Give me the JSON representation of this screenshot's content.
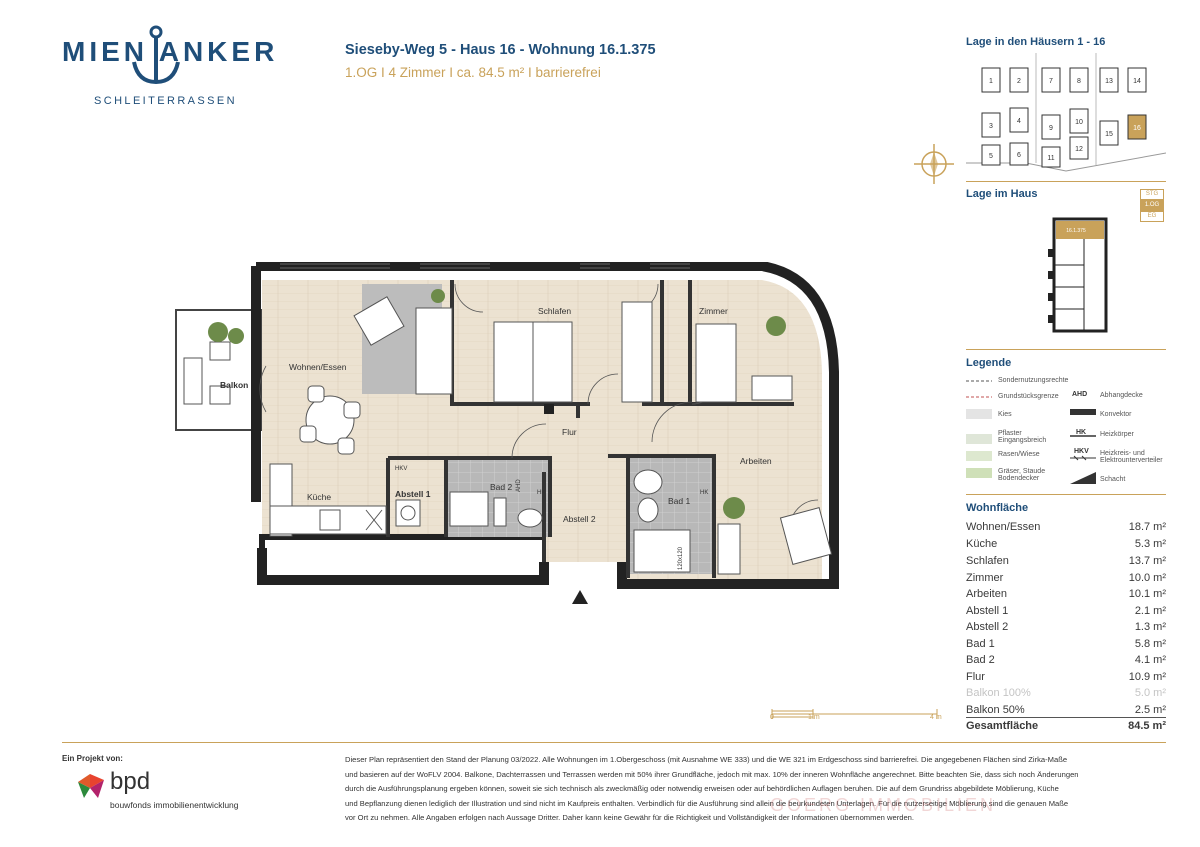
{
  "logo": {
    "word": "MIEN ANKER",
    "subtitle": "SCHLEITERRASSEN"
  },
  "header": {
    "title": "Sieseby-Weg 5 - Haus 16 - Wohnung 16.1.375",
    "subtitle": "1.OG  I  4 Zimmer  I  ca. 84.5 m²  I  barrierefrei"
  },
  "site": {
    "heading": "Lage in den Häusern 1 - 16",
    "houses": [
      "1",
      "2",
      "3",
      "4",
      "5",
      "6",
      "7",
      "8",
      "9",
      "10",
      "11",
      "12",
      "13",
      "14",
      "15",
      "16"
    ]
  },
  "floor": {
    "heading": "Lage im Haus",
    "levels": [
      "STG",
      "1.OG",
      "EG"
    ],
    "unit_label": "16.1.375"
  },
  "legend": {
    "heading": "Legende",
    "left": [
      "Sondernutzungsrechte",
      "Grundstücksgrenze",
      "Kies",
      "Pflaster Eingangsbreich",
      "Rasen/Wiese",
      "Gräser, Staude Bodendecker"
    ],
    "right_codes": [
      "AHD",
      "HK",
      "HKV"
    ],
    "right": [
      "Abhangdecke",
      "Konvektor",
      "Heizkörper",
      "Heizkreis- und Elektrounterverteiler",
      "Schacht"
    ]
  },
  "areas": {
    "heading": "Wohnfläche",
    "rows": [
      {
        "name": "Wohnen/Essen",
        "value": "18.7 m²"
      },
      {
        "name": "Küche",
        "value": "5.3 m²"
      },
      {
        "name": "Schlafen",
        "value": "13.7 m²"
      },
      {
        "name": "Zimmer",
        "value": "10.0 m²"
      },
      {
        "name": "Arbeiten",
        "value": "10.1 m²"
      },
      {
        "name": "Abstell 1",
        "value": "2.1 m²"
      },
      {
        "name": "Abstell 2",
        "value": "1.3 m²"
      },
      {
        "name": "Bad 1",
        "value": "5.8 m²"
      },
      {
        "name": "Bad 2",
        "value": "4.1 m²"
      },
      {
        "name": "Flur",
        "value": "10.9 m²"
      },
      {
        "name": "Balkon 100%",
        "value": "5.0 m²"
      },
      {
        "name": "Balkon 50%",
        "value": "2.5 m²"
      },
      {
        "name": "Gesamtfläche",
        "value": "84.5 m²"
      }
    ]
  },
  "scale": {
    "labels": [
      "0",
      "1 m",
      "4 m"
    ]
  },
  "plan": {
    "rooms": {
      "balkon": "Balkon",
      "wohnen": "Wohnen/Essen",
      "schlafen": "Schlafen",
      "zimmer": "Zimmer",
      "flur": "Flur",
      "kueche": "Küche",
      "abstell1": "Abstell 1",
      "bad2": "Bad 2",
      "abstell2": "Abstell 2",
      "bad1": "Bad 1",
      "arbeiten": "Arbeiten"
    },
    "tags": {
      "hkv": "HKV",
      "hk1": "HK",
      "hk2": "HK",
      "ahd": "AHD",
      "tub": "120x120"
    }
  },
  "footer": {
    "project_label": "Ein Projekt von:",
    "brand": "bpd",
    "brand_sub": "bouwfonds immobilienentwicklung",
    "lines": [
      "Dieser Plan repräsentiert den Stand der Planung 03/2022. Alle Wohnungen im 1.Obergeschoss (mit Ausnahme WE 333) und die WE 321 im Erdgeschoss sind barrierefrei. Die angegebenen Flächen sind Zirka-Maße",
      "und basieren auf der WoFLV 2004. Balkone, Dachterrassen und Terrassen werden mit 50% ihrer Grundfläche, jedoch mit max. 10% der inneren Wohnfläche angerechnet. Bitte beachten Sie, dass sich noch Änderungen",
      "durch die Ausführungsplanung ergeben können, soweit sie sich technisch als zweckmäßig oder notwendig erweisen oder auf behördlichen Auflagen beruhen. Die auf dem Grundriss abgebildete Möblierung, Küche",
      "und Bepflanzung dienen lediglich der Illustration und sind nicht im Kaufpreis enthalten. Verbindlich für die Ausführung sind allein die beurkundeten Unterlagen. Für die nutzerseitige Möblierung sind die genauen Maße",
      "vor Ort zu nehmen. Alle Angaben erfolgen nach Aussage Dritter. Daher kann keine Gewähr für die Richtigkeit und Vollständigkeit der Informationen übernommen werden."
    ]
  },
  "watermark": "GOERG IMMOBILIEN",
  "colors": {
    "navy": "#1f4e79",
    "gold": "#c9a25a",
    "wood": "#e8dcc8",
    "tile": "#b9b9b9"
  }
}
